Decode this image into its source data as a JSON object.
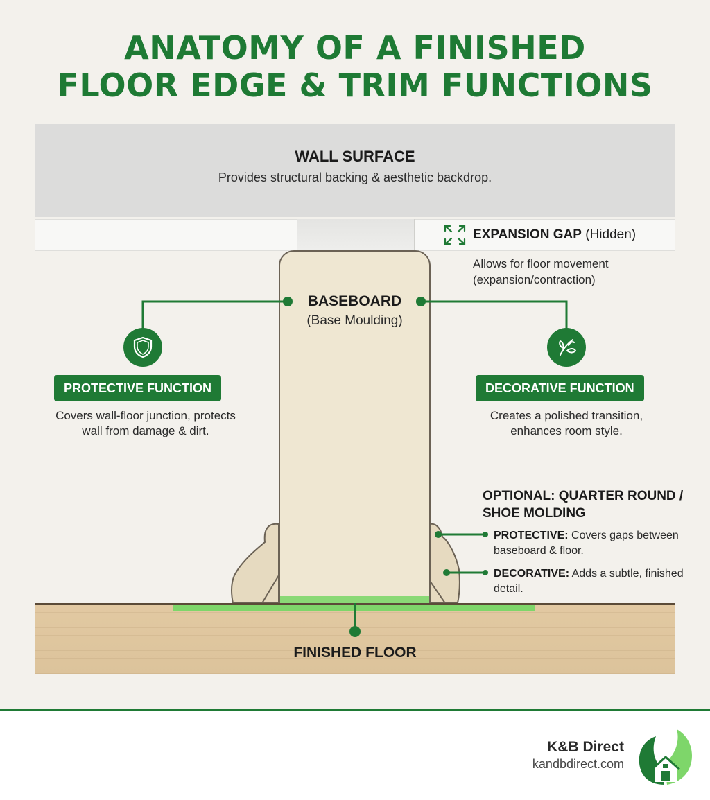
{
  "title": {
    "line1": "ANATOMY OF A FINISHED",
    "line2": "FLOOR EDGE & TRIM FUNCTIONS"
  },
  "wall": {
    "label": "WALL SURFACE",
    "description": "Provides structural backing & aesthetic backdrop."
  },
  "expansion_gap": {
    "label": "EXPANSION GAP",
    "qualifier": "(Hidden)",
    "description": "Allows for floor movement (expansion/contraction)"
  },
  "baseboard": {
    "label": "BASEBOARD",
    "sublabel": "(Base Moulding)"
  },
  "protective_function": {
    "label": "PROTECTIVE FUNCTION",
    "description": "Covers wall-floor junction, protects wall from damage & dirt."
  },
  "decorative_function": {
    "label": "DECORATIVE FUNCTION",
    "description": "Creates a polished transition, enhances room style."
  },
  "optional_molding": {
    "title": "OPTIONAL: QUARTER ROUND / SHOE MOLDING",
    "items": [
      {
        "label": "PROTECTIVE:",
        "text": "Covers gaps between baseboard & floor."
      },
      {
        "label": "DECORATIVE:",
        "text": "Adds a subtle, finished detail."
      }
    ]
  },
  "floor": {
    "label": "FINISHED FLOOR"
  },
  "brand": {
    "name": "K&B Direct",
    "url": "kandbdirect.com"
  },
  "colors": {
    "accent_green": "#1f7a35",
    "highlight_green": "#7ed66a",
    "wall": "#dcdcdb",
    "baseboard": "#efe7d2",
    "floor": "#dcc39b"
  },
  "icons": [
    "shield-icon",
    "leaf-flourish-icon",
    "expand-arrows-icon",
    "house-leaf-logo"
  ]
}
